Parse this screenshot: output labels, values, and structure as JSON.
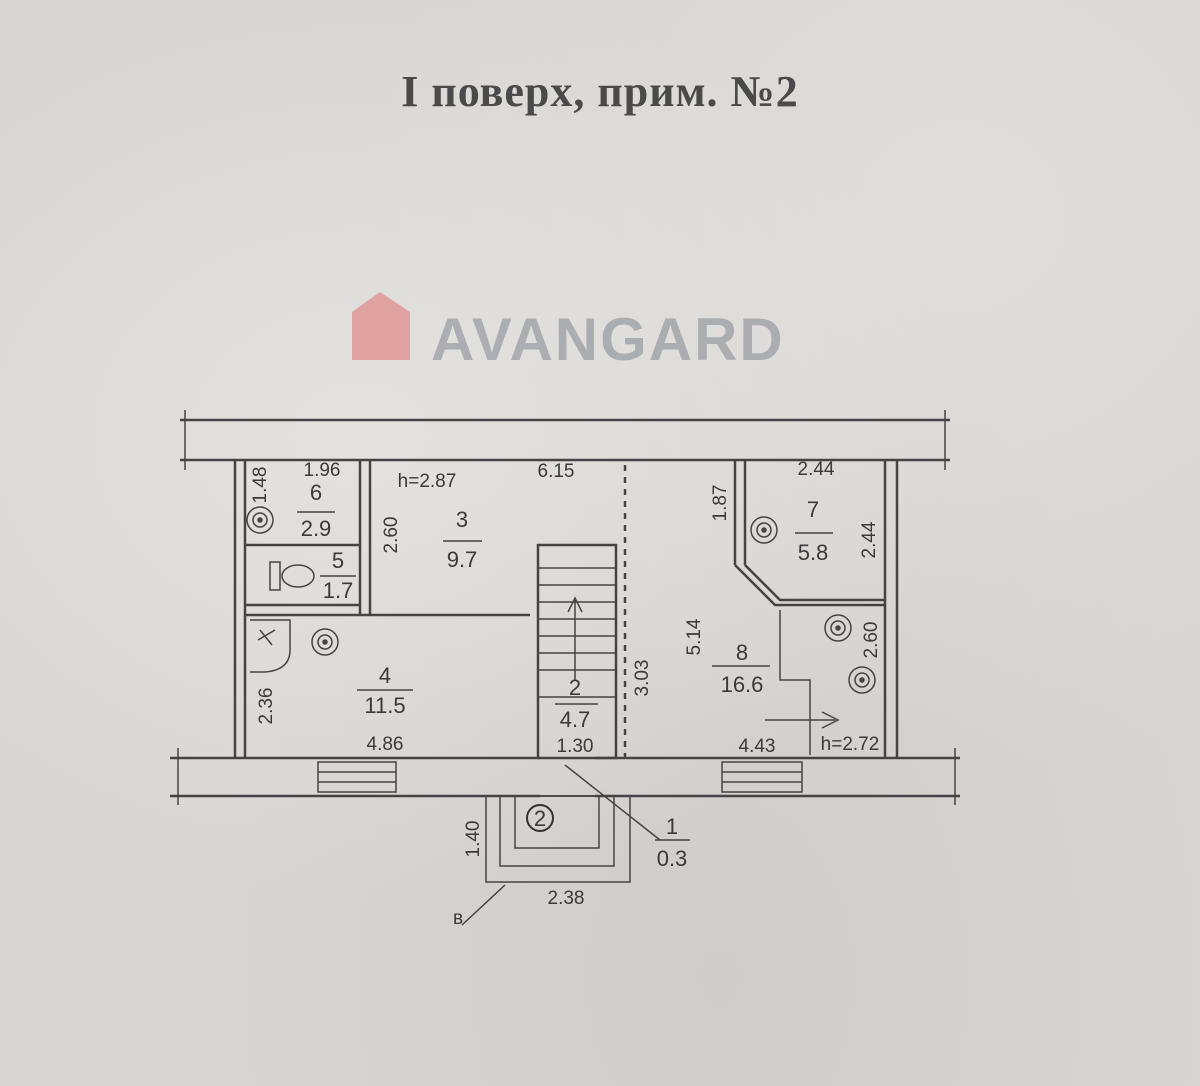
{
  "title": "I поверх, прим. №2",
  "watermark": "AVANGARD",
  "rooms": [
    {
      "number": "1",
      "area": "0.3"
    },
    {
      "number": "2",
      "area": "4.7"
    },
    {
      "number": "3",
      "area": "9.7"
    },
    {
      "number": "4",
      "area": "11.5"
    },
    {
      "number": "5",
      "area": "1.7"
    },
    {
      "number": "6",
      "area": "2.9"
    },
    {
      "number": "7",
      "area": "5.8"
    },
    {
      "number": "8",
      "area": "16.6"
    }
  ],
  "dimensions": {
    "d_1_48": "1.48",
    "d_1_96": "1.96",
    "h_left": "h=2.87",
    "d_6_15": "6.15",
    "d_2_60_left": "2.60",
    "d_2_36": "2.36",
    "d_4_86": "4.86",
    "d_1_30": "1.30",
    "d_3_03": "3.03",
    "d_5_14": "5.14",
    "d_1_87": "1.87",
    "d_2_44_top": "2.44",
    "d_2_44_side": "2.44",
    "d_2_60_right": "2.60",
    "d_4_43": "4.43",
    "h_right": "h=2.72",
    "d_1_40": "1.40",
    "d_2_38": "2.38"
  },
  "markers": {
    "entrance": "2",
    "leader": "в"
  }
}
